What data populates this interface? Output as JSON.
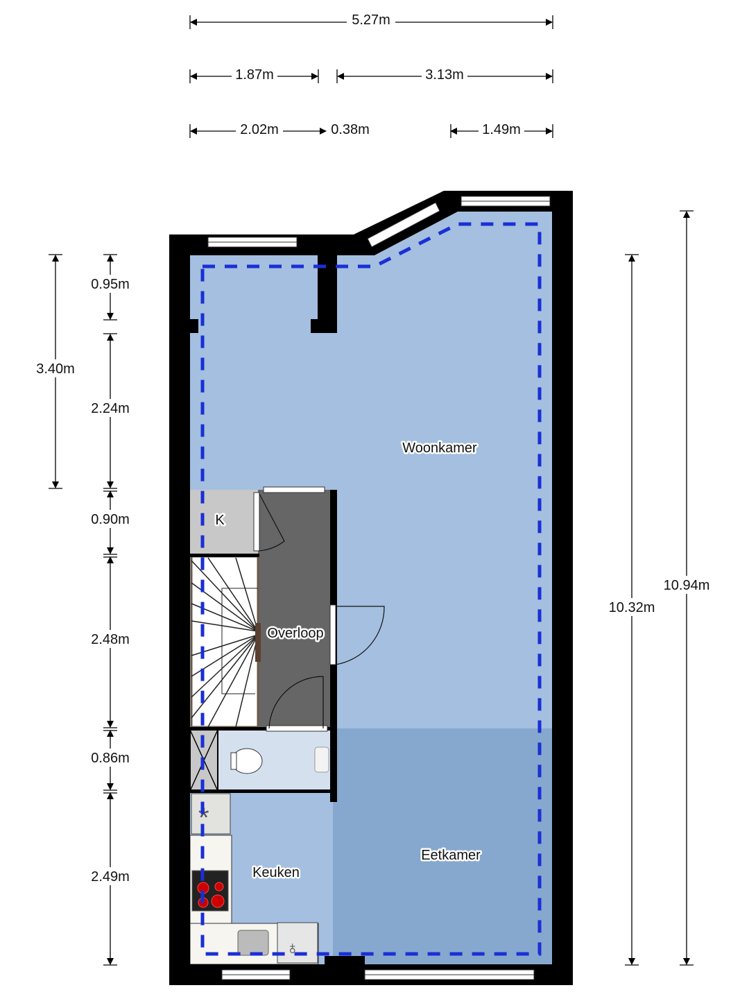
{
  "rooms": {
    "woonkamer": "Woonkamer",
    "overloop": "Overloop",
    "kast": "K",
    "keuken": "Keuken",
    "eetkamer": "Eetkamer"
  },
  "dimensions": {
    "top_total": "5.27m",
    "top_a": "1.87m",
    "top_b": "3.13m",
    "top_c": "2.02m",
    "top_d": "0.38m",
    "top_e": "1.49m",
    "left_total": "3.40m",
    "left_1": "0.95m",
    "left_2": "2.24m",
    "left_3": "0.90m",
    "left_4": "2.48m",
    "left_5": "0.86m",
    "left_6": "2.49m",
    "right_inner": "10.32m",
    "right_outer": "10.94m"
  },
  "colors": {
    "living": "#a4bfdf",
    "dining": "#87a8ce",
    "landing": "#666666",
    "wall": "#000000",
    "outline": "#1a2fd6"
  }
}
